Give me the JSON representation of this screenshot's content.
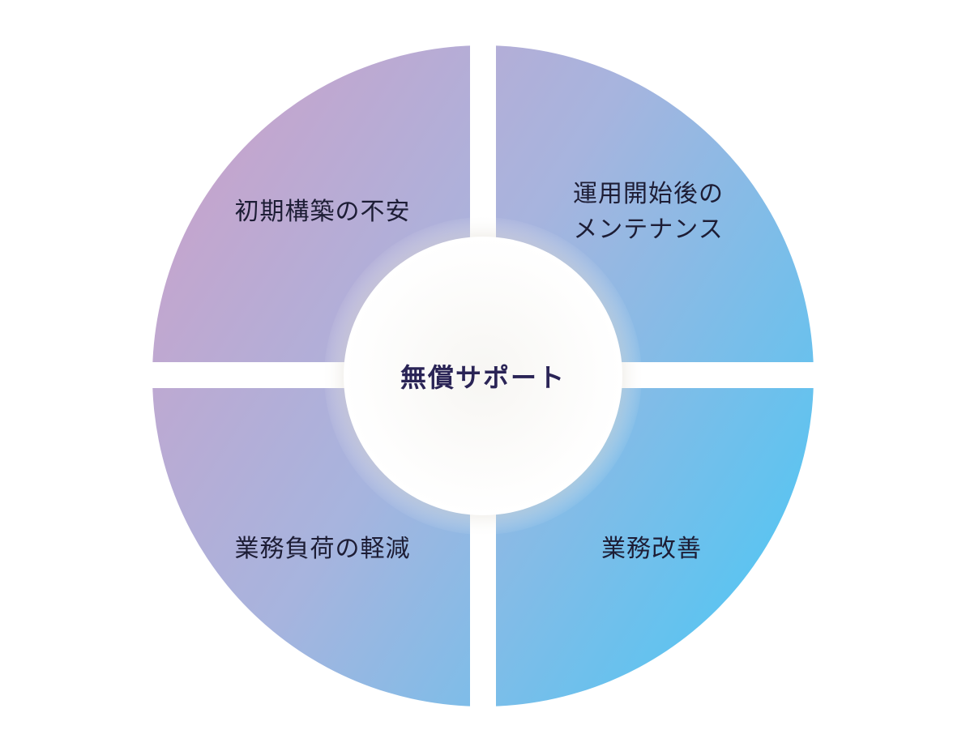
{
  "center": {
    "label": "無償サポート"
  },
  "quadrants": {
    "top_left": {
      "label": "初期構築の不安"
    },
    "top_right": {
      "line1": "運用開始後の",
      "line2": "メンテナンス"
    },
    "bottom_left": {
      "label": "業務負荷の軽減"
    },
    "bottom_right": {
      "label": "業務改善"
    }
  },
  "colors": {
    "pink": "#c8a3cc",
    "blue": "#55c4f2",
    "center_fill": "#ffffff",
    "text": "#1d1d35",
    "center_text": "#2a2456"
  }
}
